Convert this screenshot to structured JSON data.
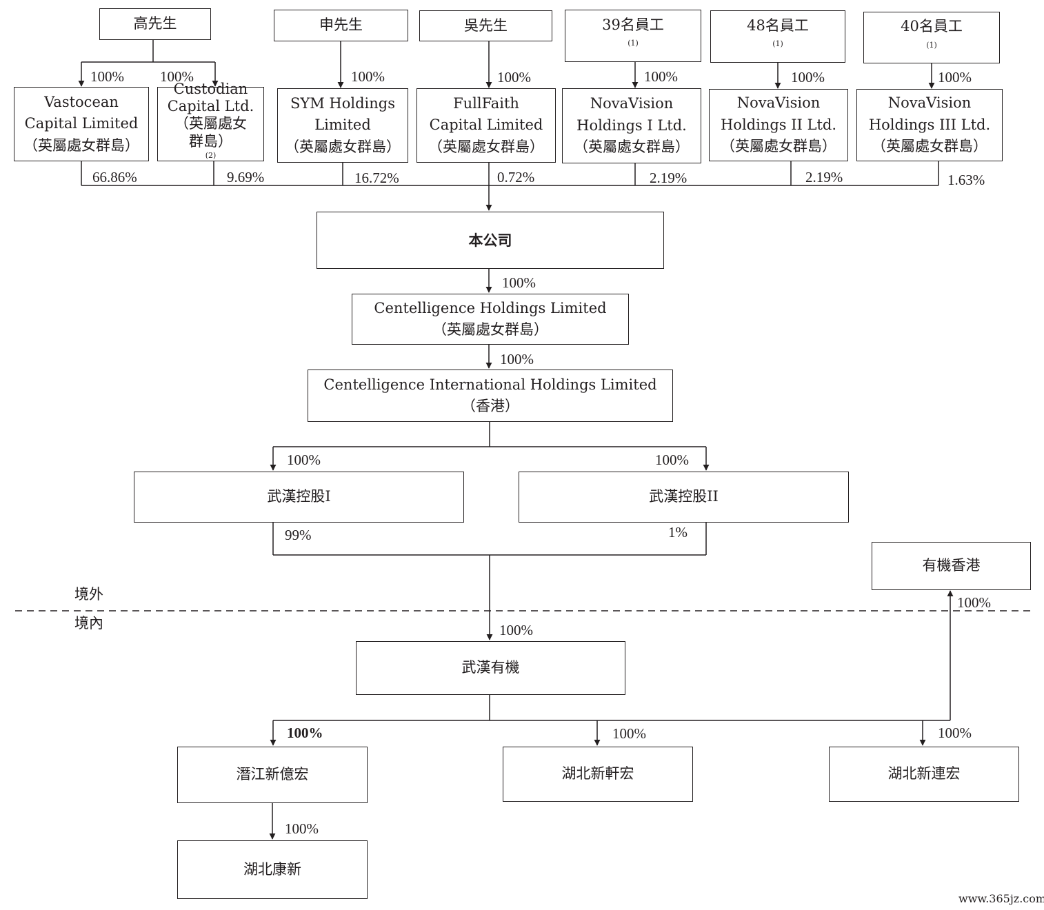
{
  "shareholders": {
    "gao": "高先生",
    "shen": "申先生",
    "wu": "吳先生",
    "emp39": "39名員工",
    "emp48": "48名員工",
    "emp40": "40名員工",
    "footnote1": "(1)"
  },
  "holding_vehicles": {
    "vastocean": [
      "Vastocean",
      "Capital Limited",
      "（英屬處女群島）"
    ],
    "custodian": [
      "Custodian",
      "Capital Ltd.",
      "（英屬處女",
      "群島）"
    ],
    "custodian_footnote": "(2)",
    "sym": [
      "SYM Holdings",
      "Limited",
      "（英屬處女群島）"
    ],
    "fullfaith": [
      "FullFaith",
      "Capital Limited",
      "（英屬處女群島）"
    ],
    "nova1": [
      "NovaVision",
      "Holdings I Ltd.",
      "（英屬處女群島）"
    ],
    "nova2": [
      "NovaVision",
      "Holdings II Ltd.",
      "（英屬處女群島）"
    ],
    "nova3": [
      "NovaVision",
      "Holdings III Ltd.",
      "（英屬處女群島）"
    ]
  },
  "company": "本公司",
  "centelligence_holdings": [
    "Centelligence Holdings Limited",
    "（英屬處女群島）"
  ],
  "centelligence_intl": [
    "Centelligence International Holdings Limited",
    "（香港）"
  ],
  "wuhan_holding_1": "武漢控股I",
  "wuhan_holding_2": "武漢控股II",
  "youji_hk": "有機香港",
  "wuhan_youji": "武漢有機",
  "qianjiang": "潛江新億宏",
  "hubei_xinxuan": "湖北新軒宏",
  "hubei_xinlian": "湖北新連宏",
  "hubei_kangxin": "湖北康新",
  "regions": {
    "offshore": "境外",
    "onshore": "境內"
  },
  "percentages": {
    "gao_vastocean": "100%",
    "gao_custodian": "100%",
    "shen_sym": "100%",
    "wu_fullfaith": "100%",
    "emp39_nova1": "100%",
    "emp48_nova2": "100%",
    "emp40_nova3": "100%",
    "vastocean_company": "66.86%",
    "custodian_company": "9.69%",
    "sym_company": "16.72%",
    "fullfaith_company": "0.72%",
    "nova1_company": "2.19%",
    "nova2_company": "2.19%",
    "nova3_company": "1.63%",
    "company_ch": "100%",
    "ch_cih": "100%",
    "cih_wh1": "100%",
    "cih_wh2": "100%",
    "wh1_wy": "99%",
    "wh2_wy": "1%",
    "to_wy": "100%",
    "wy_youjihk": "100%",
    "wy_qianjiang": "100%",
    "wy_xinxuan": "100%",
    "wy_xinlian": "100%",
    "qianjiang_kangxin": "100%"
  },
  "watermark": "www.365jz.com"
}
